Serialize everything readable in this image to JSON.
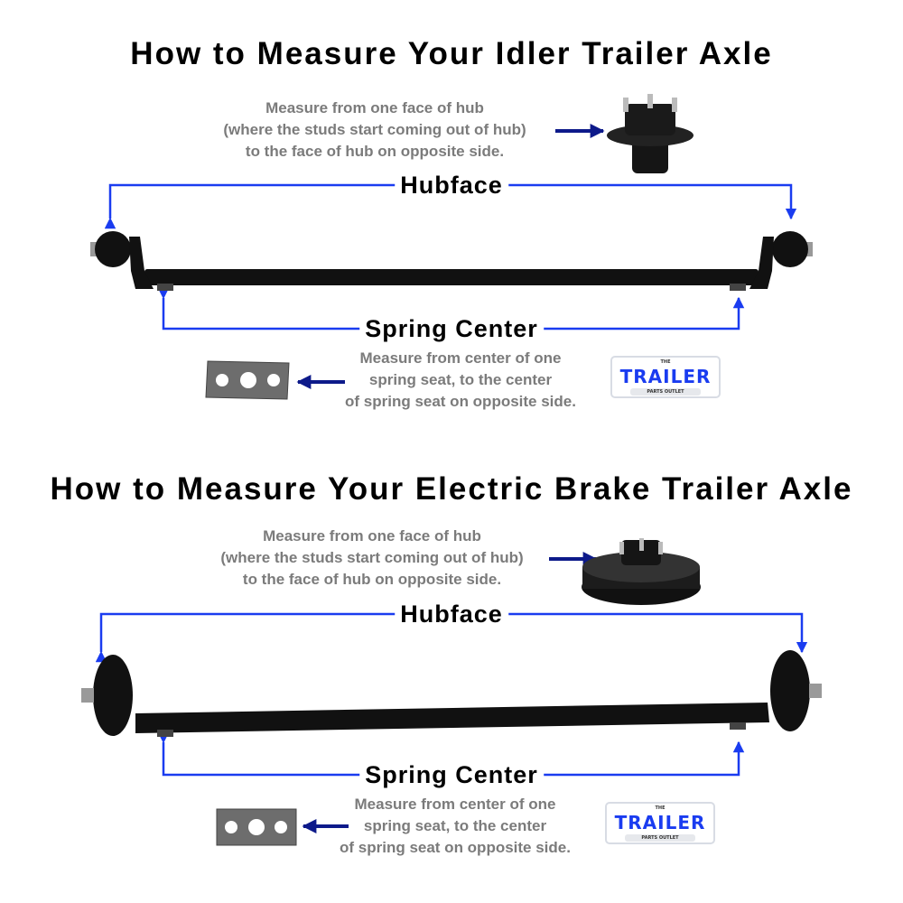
{
  "colors": {
    "bracket": "#1a3cf0",
    "pointer": "#0d1a8a",
    "note_text": "#7b7b7b"
  },
  "idler": {
    "title": "How to Measure Your Idler Trailer Axle",
    "hub_note": [
      "Measure from one face of hub",
      "(where the studs start coming out of hub)",
      "to the face of hub on opposite side."
    ],
    "hubface_label": "Hubface",
    "spring_label": "Spring Center",
    "spring_note": [
      "Measure from center of one",
      "spring seat, to the center",
      "of spring seat on opposite side."
    ]
  },
  "electric": {
    "title": "How to Measure Your Electric Brake Trailer Axle",
    "hub_note": [
      "Measure from one face of hub",
      "(where the studs start coming out of hub)",
      "to the face of hub on opposite side."
    ],
    "hubface_label": "Hubface",
    "spring_label": "Spring Center",
    "spring_note": [
      "Measure from center of one",
      "spring seat, to the center",
      "of spring seat on opposite side."
    ]
  },
  "logo": {
    "top": "THE",
    "main": "TRAILER",
    "bottom": "PARTS OUTLET"
  }
}
